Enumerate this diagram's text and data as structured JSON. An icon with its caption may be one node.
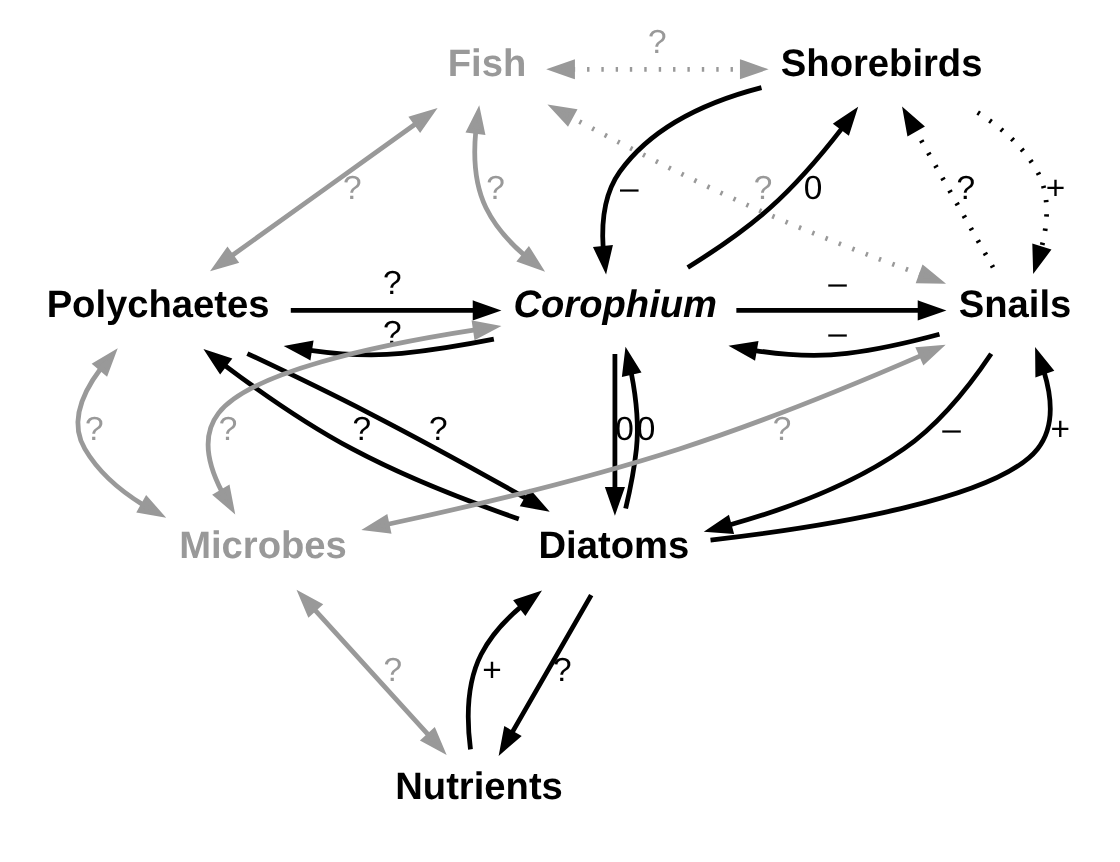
{
  "diagram": {
    "nodes": [
      {
        "text": [
          "Fish"
        ]
      },
      {
        "text": [
          "Shorebirds"
        ]
      },
      {
        "text": [
          "Polychaetes"
        ]
      },
      {
        "text": [
          "Corophium"
        ]
      },
      {
        "text": [
          "Snails"
        ]
      },
      {
        "text": [
          "Diatoms"
        ]
      },
      {
        "text": [
          "Microbes"
        ]
      },
      {
        "text": [
          "Nutrients"
        ]
      }
    ],
    "edges": [
      {
        "from": 0,
        "to": 1,
        "arrow": "both",
        "label": "?",
        "style": "dashed",
        "color": "#999999"
      },
      {
        "from": 4,
        "to": 0,
        "arrow": "both",
        "label": "?",
        "style": "dashed",
        "color": "#999999"
      },
      {
        "from": 0,
        "to": 2,
        "arrow": "both",
        "label": "?",
        "color": "#999999"
      },
      {
        "from": 0,
        "to": 3,
        "arrow": "both",
        "label": "?",
        "color": "#999999"
      },
      {
        "from": 3,
        "to": 1,
        "arrow": "to",
        "label": "0"
      },
      {
        "from": 1,
        "to": 3,
        "arrow": "to",
        "label": "–"
      },
      {
        "from": 1,
        "to": 4,
        "arrow": "to",
        "label": "+",
        "style": "dashed"
      },
      {
        "from": 4,
        "to": 1,
        "arrow": "to",
        "label": "?",
        "style": "dashed"
      },
      {
        "from": 2,
        "to": 3,
        "arrow": "to",
        "label": "?"
      },
      {
        "from": 3,
        "to": 2,
        "arrow": "to",
        "label": "?"
      },
      {
        "from": 3,
        "to": 4,
        "arrow": "to",
        "label": "–"
      },
      {
        "from": 4,
        "to": 3,
        "arrow": "to",
        "label": "–"
      },
      {
        "from": 2,
        "to": 5,
        "arrow": "to",
        "label": "?"
      },
      {
        "from": 5,
        "to": 2,
        "arrow": "to",
        "label": "?"
      },
      {
        "from": 5,
        "to": 3,
        "arrow": "to",
        "label": "0"
      },
      {
        "from": 3,
        "to": 5,
        "arrow": "to",
        "label": "0"
      },
      {
        "from": 5,
        "to": 4,
        "arrow": "to",
        "label": "+"
      },
      {
        "from": 4,
        "to": 5,
        "arrow": "to",
        "label": "–"
      },
      {
        "from": 2,
        "to": 6,
        "arrow": "both",
        "label": "?",
        "color": "#999999"
      },
      {
        "from": 6,
        "to": 3,
        "arrow": "both",
        "label": "?",
        "color": "#999999"
      },
      {
        "from": 6,
        "to": 7,
        "arrow": "both",
        "label": "?",
        "color": "#999999"
      },
      {
        "from": 6,
        "to": 4,
        "arrow": "both",
        "label": "?",
        "color": "#999999"
      },
      {
        "from": 7,
        "to": 5,
        "arrow": "to",
        "label": "+"
      },
      {
        "from": 5,
        "to": 7,
        "arrow": "to",
        "label": "?"
      }
    ]
  }
}
